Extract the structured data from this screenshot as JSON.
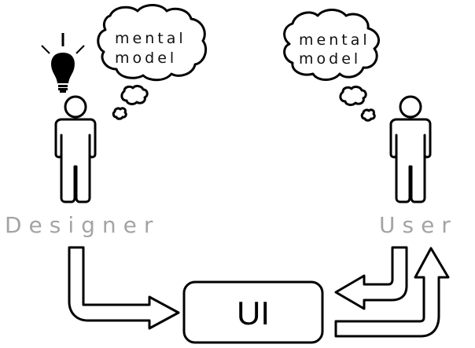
{
  "diagram": {
    "type": "mental-model-flow",
    "actors": [
      {
        "id": "designer",
        "label": "Designer",
        "thought_line1": "mental",
        "thought_line2": "model",
        "has_lightbulb": true
      },
      {
        "id": "user",
        "label": "User",
        "thought_line1": "mental",
        "thought_line2": "model",
        "has_lightbulb": false
      }
    ],
    "center_node": {
      "label": "UI"
    },
    "flows": [
      {
        "from": "Designer",
        "to": "UI"
      },
      {
        "from": "UI",
        "to": "User"
      },
      {
        "from": "User",
        "to": "UI"
      }
    ],
    "colors": {
      "stroke": "#000000",
      "label_gray": "#a4a4a4",
      "background": "#ffffff"
    }
  }
}
